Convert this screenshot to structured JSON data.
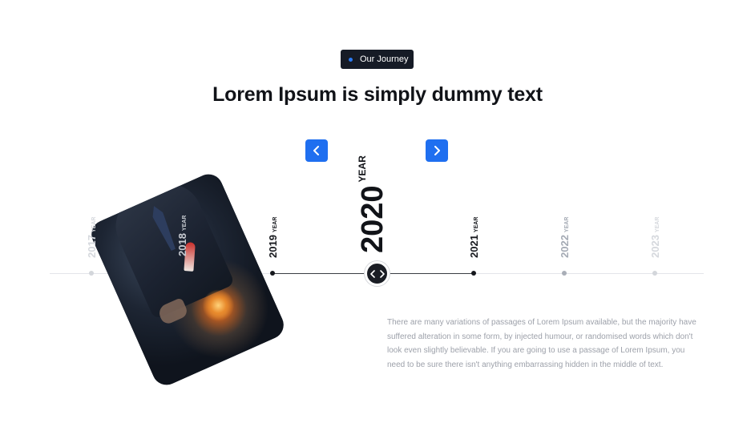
{
  "badge": {
    "label": "Our Journey"
  },
  "heading": {
    "title": "Lorem Ipsum is simply dummy text"
  },
  "nav": {
    "prev_icon": "chevron-left-icon",
    "next_icon": "chevron-right-icon"
  },
  "timeline": {
    "year_label": "YEAR",
    "years": [
      "2017",
      "2018",
      "2019",
      "2020",
      "2021",
      "2022",
      "2023"
    ],
    "active_year": "2020",
    "handle_icon": "chevron-left-right-icon"
  },
  "description": "There are many variations of passages of Lorem Ipsum available, but the majority have suffered alteration in some form, by injected humour, or randomised words which don't look even slightly believable. If you are going to use a passage of Lorem Ipsum, you need to be sure there isn't anything embarrassing hidden in the middle of text.",
  "colors": {
    "accent": "#1f6ff0",
    "dark": "#161b26",
    "muted": "#9da1aa"
  }
}
